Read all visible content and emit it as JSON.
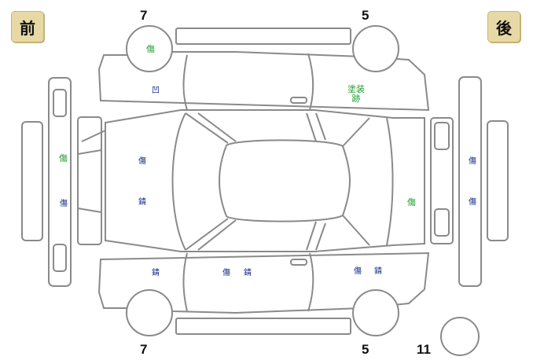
{
  "orientation": {
    "front": "前",
    "rear": "後"
  },
  "tire_labels": {
    "front_top": "7",
    "rear_top": "5",
    "front_bottom": "7",
    "rear_bottom": "5",
    "spare": "11"
  },
  "marks": {
    "front_tire_top": "傷",
    "front_fender_top": "凹",
    "rear_door_top": "塗装\n跡",
    "front_bumper": "傷",
    "front_bumper_low": "傷",
    "hood": "傷",
    "hood_lower": "錆",
    "trunk": "傷",
    "rear_bumper_upper": "傷",
    "rear_bumper_lower": "傷",
    "front_fender_bottom": "錆",
    "front_door_bottom_a": "傷",
    "front_door_bottom_b": "錆",
    "rear_door_bottom_a": "傷",
    "rear_door_bottom_b": "錆"
  }
}
